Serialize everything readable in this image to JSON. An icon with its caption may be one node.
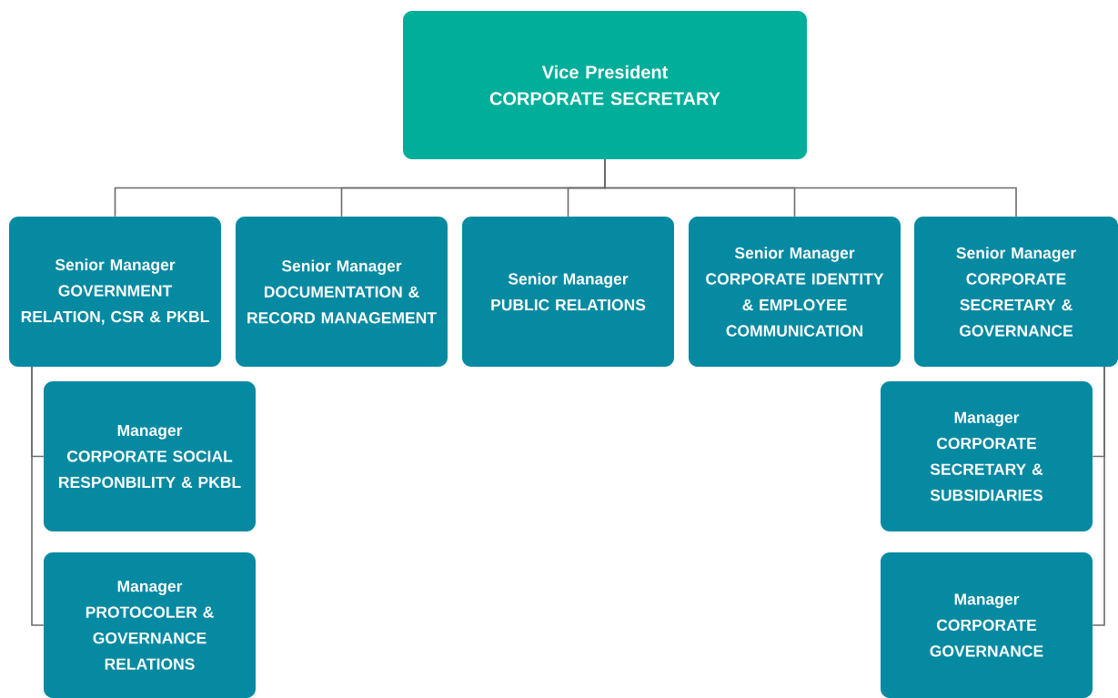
{
  "diagram": {
    "nodes": [
      {
        "text": [
          "Vice President",
          "CORPORATE SECRETARY"
        ]
      },
      {
        "text": [
          "Senior Manager",
          "GOVERNMENT RELATION, CSR & PKBL"
        ]
      },
      {
        "text": [
          "Senior Manager",
          "DOCUMENTATION & RECORD MANAGEMENT"
        ]
      },
      {
        "text": [
          "Senior Manager",
          "PUBLIC RELATIONS"
        ]
      },
      {
        "text": [
          "Senior Manager",
          "CORPORATE IDENTITY & EMPLOYEE COMMUNICATION"
        ]
      },
      {
        "text": [
          "Senior Manager",
          "CORPORATE SECRETARY & GOVERNANCE"
        ]
      },
      {
        "text": [
          "Manager",
          "CORPORATE SOCIAL RESPONBILITY & PKBL"
        ]
      },
      {
        "text": [
          "Manager",
          "PROTOCOLER & GOVERNANCE RELATIONS"
        ]
      },
      {
        "text": [
          "Manager",
          "CORPORATE SECRETARY & SUBSIDIARIES"
        ]
      },
      {
        "text": [
          "Manager",
          "CORPORATE GOVERNANCE"
        ]
      }
    ],
    "edges": [
      {
        "from": 0,
        "to": 1,
        "arrow": "none"
      },
      {
        "from": 0,
        "to": 2,
        "arrow": "none"
      },
      {
        "from": 0,
        "to": 3,
        "arrow": "none"
      },
      {
        "from": 0,
        "to": 4,
        "arrow": "none"
      },
      {
        "from": 0,
        "to": 5,
        "arrow": "none"
      },
      {
        "from": 1,
        "to": 6,
        "arrow": "none"
      },
      {
        "from": 1,
        "to": 7,
        "arrow": "none"
      },
      {
        "from": 5,
        "to": 8,
        "arrow": "none"
      },
      {
        "from": 5,
        "to": 9,
        "arrow": "none"
      }
    ]
  }
}
